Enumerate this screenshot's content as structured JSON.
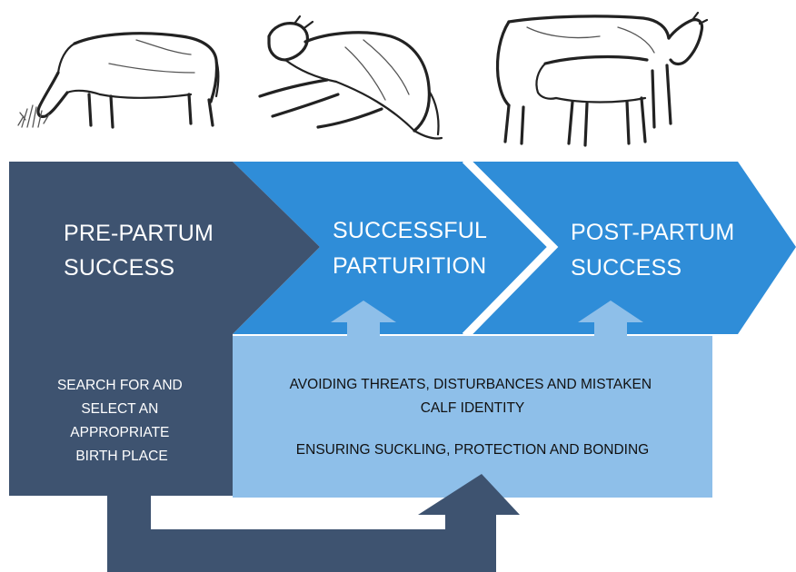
{
  "stages": [
    {
      "id": "pre-partum",
      "title_lines": [
        "PRE-PARTUM",
        "SUCCESS"
      ]
    },
    {
      "id": "parturition",
      "title_lines": [
        "SUCCESSFUL",
        "PARTURITION"
      ]
    },
    {
      "id": "post-partum",
      "title_lines": [
        "POST-PARTUM",
        "SUCCESS"
      ]
    }
  ],
  "pre_partum_box": {
    "lines": [
      "SEARCH FOR AND",
      "SELECT AN",
      "APPROPRIATE",
      "BIRTH PLACE"
    ]
  },
  "shared_box": {
    "paragraph_1_lines": [
      "AVOIDING THREATS, DISTURBANCES AND MISTAKEN",
      "CALF IDENTITY"
    ],
    "paragraph_2_lines": [
      "ENSURING SUCKLING, PROTECTION AND BONDING"
    ]
  },
  "illustrations": [
    {
      "icon": "grazing-cow-icon"
    },
    {
      "icon": "calving-cow-icon"
    },
    {
      "icon": "cow-and-calf-icon"
    }
  ],
  "colors": {
    "dark_slate": "#3E5370",
    "bright_blue": "#2F8DD8",
    "light_blue": "#8EBFE9",
    "white": "#FFFFFF",
    "text_dark": "#111111"
  }
}
